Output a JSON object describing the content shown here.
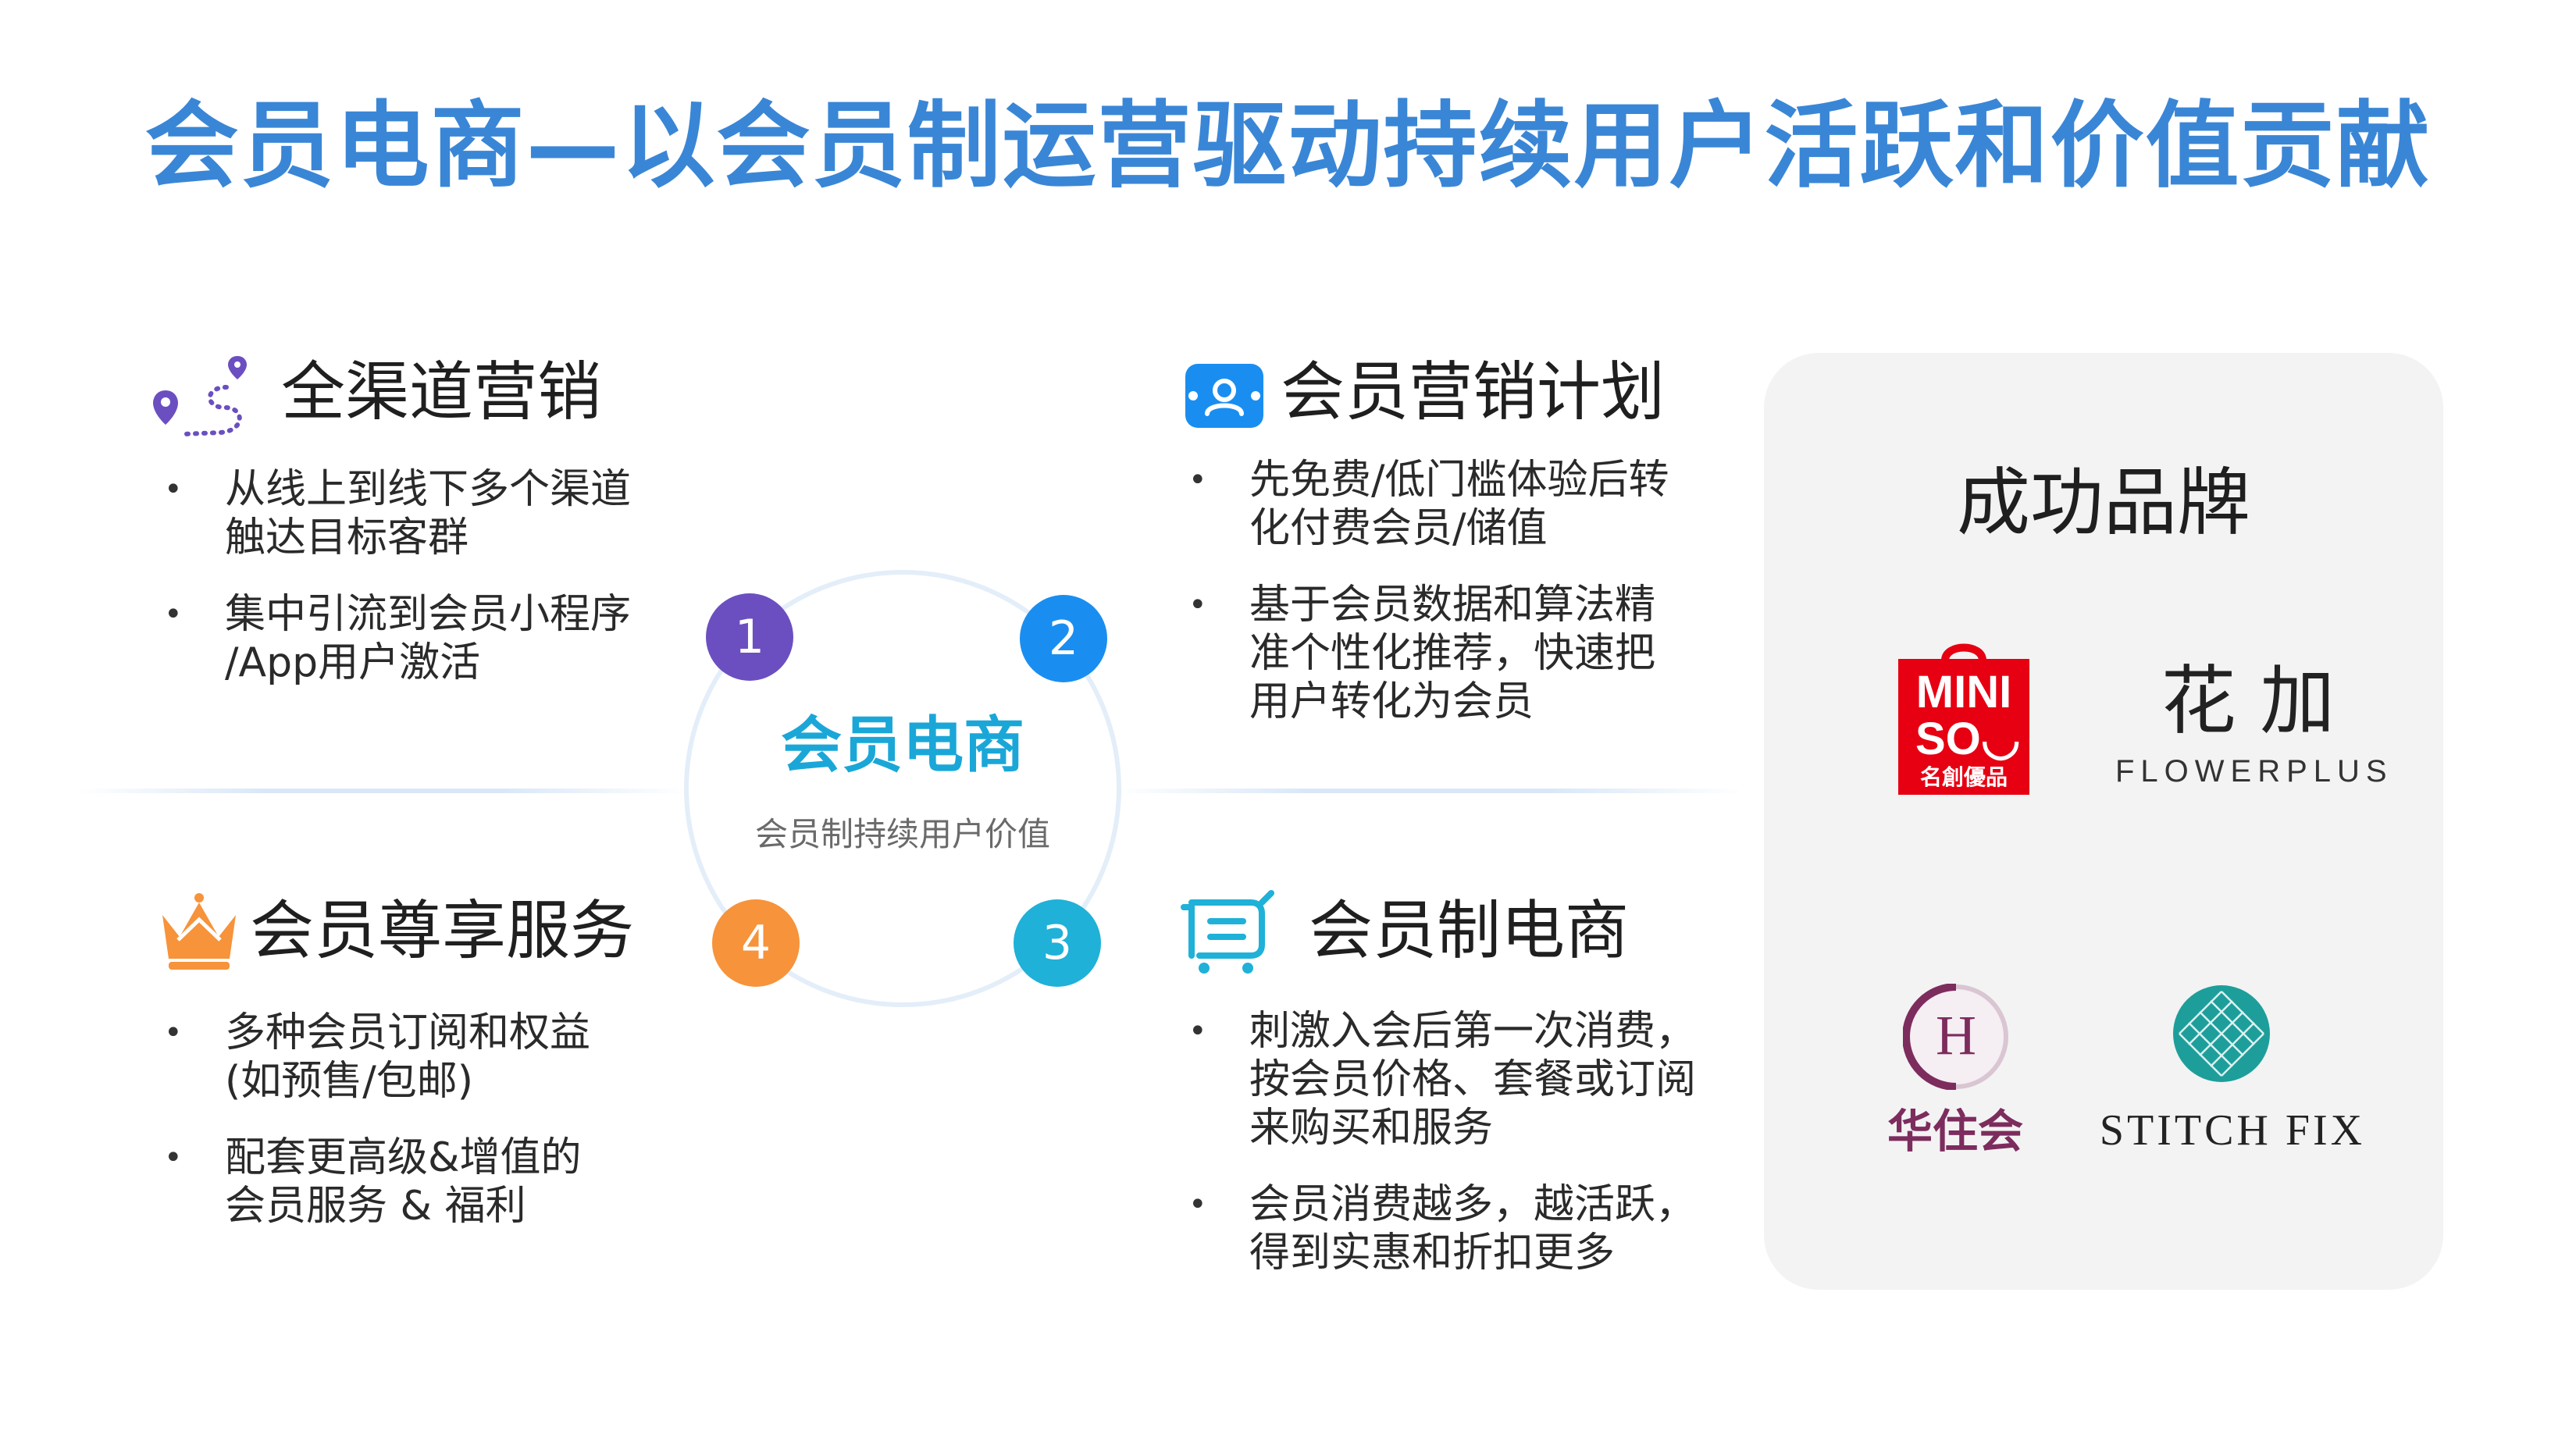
{
  "title": "会员电商—以会员制运营驱动持续用户活跃和价值贡献",
  "sections": [
    {
      "num": "1",
      "color": "#6b4fc1",
      "icon": "map-route-icon",
      "title": "全渠道营销",
      "bullets": [
        "从线上到线下多个渠道\n触达目标客群",
        "集中引流到会员小程序\n/App用户激活"
      ]
    },
    {
      "num": "2",
      "color": "#1a8ef0",
      "icon": "member-card-icon",
      "title": "会员营销计划",
      "bullets": [
        "先免费/低门槛体验后转\n化付费会员/储值",
        "基于会员数据和算法精\n准个性化推荐，快速把\n用户转化为会员"
      ]
    },
    {
      "num": "3",
      "color": "#1fb1d8",
      "icon": "shopping-cart-icon",
      "title": "会员制电商",
      "bullets": [
        "刺激入会后第一次消费，\n按会员价格、套餐或订阅\n来购买和服务",
        "会员消费越多，越活跃，\n得到实惠和折扣更多"
      ]
    },
    {
      "num": "4",
      "color": "#f7933a",
      "icon": "crown-icon",
      "title": "会员尊享服务",
      "bullets": [
        "多种会员订阅和权益\n(如预售/包邮)",
        "配套更高级&增值的\n会员服务 & 福利"
      ]
    }
  ],
  "center": {
    "title": "会员电商",
    "subtitle": "会员制持续用户价值"
  },
  "brands": {
    "title": "成功品牌",
    "miniso": {
      "line1": "MINI",
      "line2": "SO",
      "line3": "名創優品"
    },
    "flowerplus": {
      "cn": "花 加",
      "en": "FLOWERPLUS"
    },
    "huazhu": {
      "letter": "H",
      "cn": "华住会"
    },
    "stitchfix": {
      "name": "STITCH FIX"
    }
  }
}
